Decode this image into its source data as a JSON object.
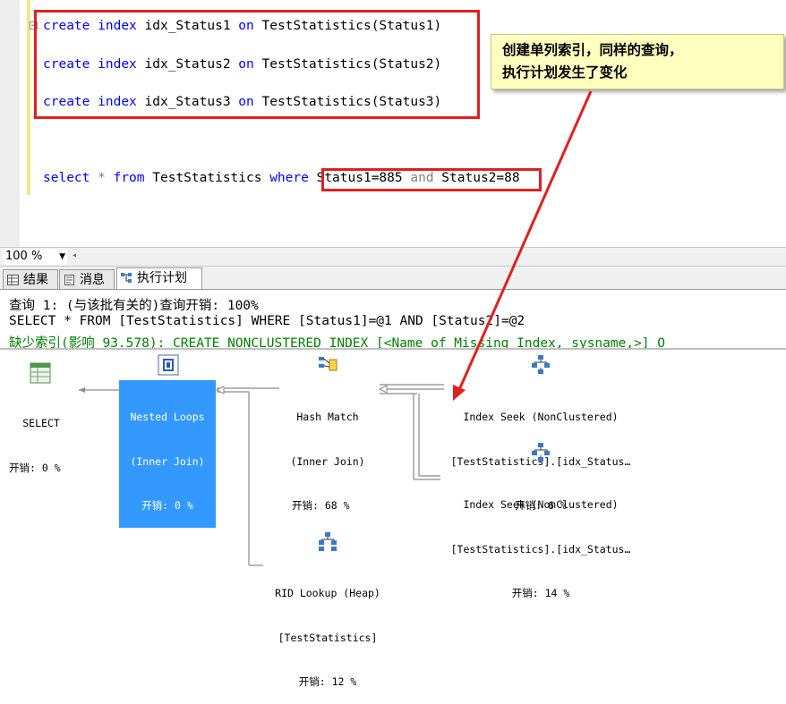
{
  "editor": {
    "lines": [
      {
        "kw1": "create",
        "kw2": "index",
        "name": "idx_Status1",
        "kw3": "on",
        "target": "TestStatistics(Status1)"
      },
      {
        "kw1": "create",
        "kw2": "index",
        "name": "idx_Status2",
        "kw3": "on",
        "target": "TestStatistics(Status2)"
      },
      {
        "kw1": "create",
        "kw2": "index",
        "name": "idx_Status3",
        "kw3": "on",
        "target": "TestStatistics(Status3)"
      }
    ],
    "select_line": {
      "kw1": "select",
      "star": "*",
      "kw2": "from",
      "table": "TestStatistics",
      "kw3": "where",
      "cond1": "Status1=885",
      "kw4": "and",
      "cond2": "Status2=88"
    },
    "collapse_glyph": "−"
  },
  "callout": {
    "line1": "创建单列索引，同样的查询，",
    "line2": "执行计划发生了变化"
  },
  "zoom": {
    "value": "100 %"
  },
  "tabs": [
    {
      "label": "结果",
      "icon": "grid-icon"
    },
    {
      "label": "消息",
      "icon": "message-icon"
    },
    {
      "label": "执行计划",
      "icon": "plan-icon"
    }
  ],
  "plan": {
    "query_line": "查询 1: (与该批有关的)查询开销: 100%",
    "sql_line": "SELECT * FROM [TestStatistics] WHERE [Status1]=@1 AND [Status2]=@2",
    "missing_line": "缺少索引(影响 93.578): CREATE NONCLUSTERED INDEX [<Name of Missing Index, sysname,>] O",
    "operators": [
      {
        "id": "select",
        "line1": "SELECT",
        "line2": "",
        "cost": "开销: 0 %"
      },
      {
        "id": "nested-loops",
        "line1": "Nested Loops",
        "line2": "(Inner Join)",
        "cost": "开销: 0 %"
      },
      {
        "id": "hash-match",
        "line1": "Hash Match",
        "line2": "(Inner Join)",
        "cost": "开销: 68 %"
      },
      {
        "id": "index-seek-1",
        "line1": "Index Seek (NonClustered)",
        "line2": "[TestStatistics].[idx_Status…",
        "cost": "开销: 6 %"
      },
      {
        "id": "index-seek-2",
        "line1": "Index Seek (NonClustered)",
        "line2": "[TestStatistics].[idx_Status…",
        "cost": "开销: 14 %"
      },
      {
        "id": "rid-lookup",
        "line1": "RID Lookup (Heap)",
        "line2": "[TestStatistics]",
        "cost": "开销: 12 %"
      }
    ]
  },
  "colors": {
    "keyword": "#0000ff",
    "highlight_border": "#e02020",
    "callout_bg": "#ffffc0",
    "selected_op": "#3399ff",
    "missing_index": "#008000"
  }
}
